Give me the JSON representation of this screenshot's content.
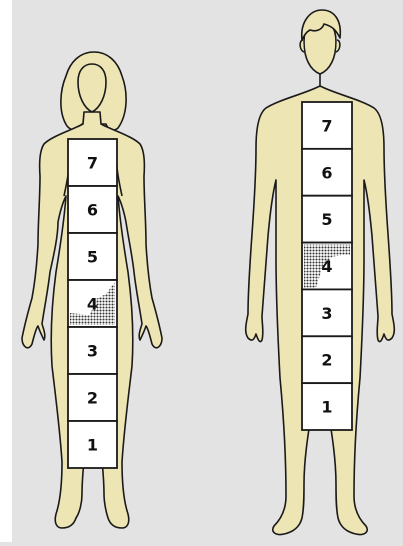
{
  "colors": {
    "background": "#e3e3e3",
    "skin": "#ede5b4",
    "outline": "#1a1a1a",
    "box_fill": "#ffffff",
    "hatch": "#8a8a8a"
  },
  "figures": [
    {
      "name": "female-figure",
      "segments": [
        "7",
        "6",
        "5",
        "4",
        "3",
        "2",
        "1"
      ],
      "highlighted_segment": "4"
    },
    {
      "name": "male-figure",
      "segments": [
        "7",
        "6",
        "5",
        "4",
        "3",
        "2",
        "1"
      ],
      "highlighted_segment": "4"
    }
  ]
}
